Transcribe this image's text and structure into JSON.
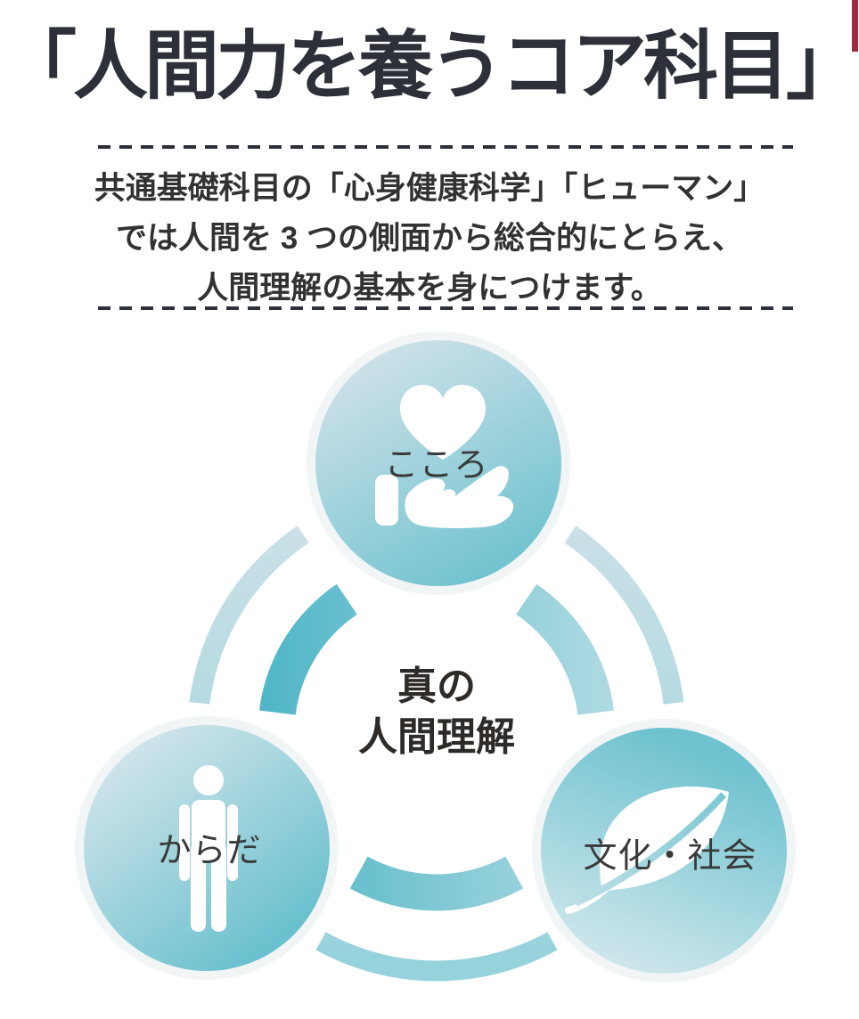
{
  "page": {
    "background_color": "#ffffff",
    "accent_stripe_color": "#9b2d3d"
  },
  "header": {
    "title": "「人間力を養うコア科目」",
    "title_color": "#2d3038",
    "description_lines": [
      "共通基礎科目の「心身健康科学」「ヒューマン」",
      "では人間を 3 つの側面から総合的にとらえ、",
      "人間理解の基本を身につけます。"
    ]
  },
  "diagram": {
    "center_label_lines": [
      "真の",
      "人間理解"
    ],
    "nodes": [
      {
        "id": "kokoro",
        "label": "こころ",
        "icon": "heart-in-hand-icon"
      },
      {
        "id": "karada",
        "label": "からだ",
        "icon": "person-icon"
      },
      {
        "id": "bunka-shakai",
        "label": "文化・社会",
        "icon": "leaf-icon"
      }
    ],
    "colors": {
      "inner_ring_dark": "#4db5c6",
      "inner_ring_light": "#cbe5ea",
      "outer_ring_top": "#cfe1e7",
      "outer_ring_bottom": "#94d2dc",
      "circle_light": "#cde2e8",
      "circle_dark": "#68c0cd",
      "icon_color": "#ffffff",
      "label_color": "#3a3a3a",
      "center_label_color": "#2e2a27"
    }
  }
}
